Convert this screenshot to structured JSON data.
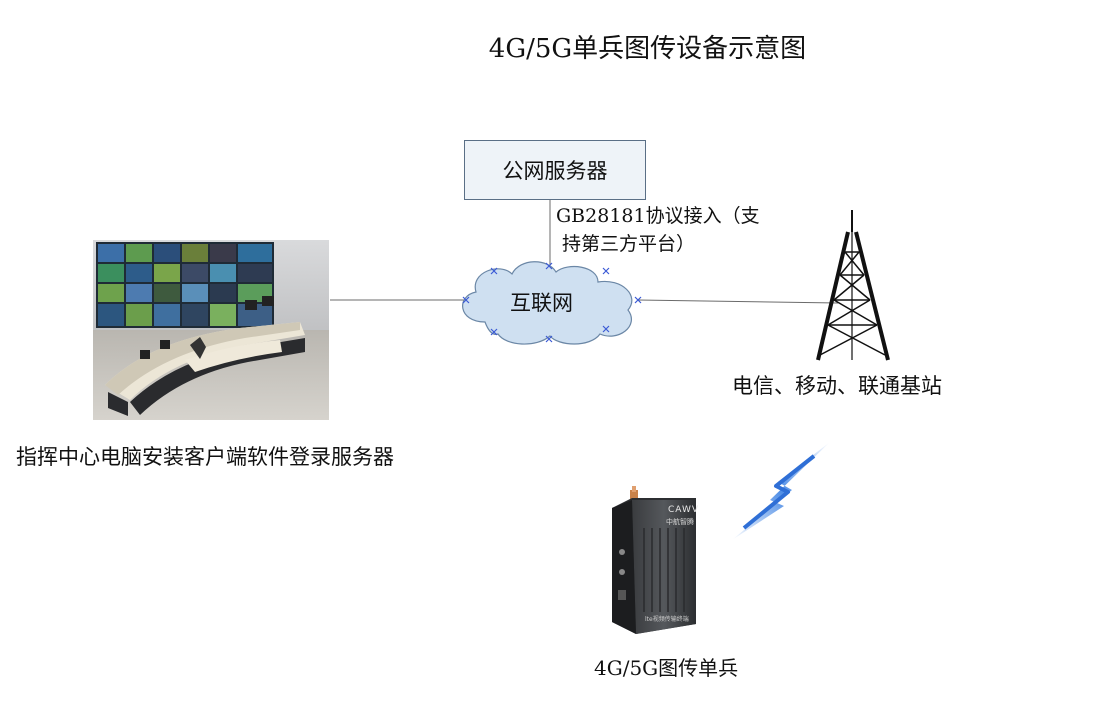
{
  "title": "4G/5G单兵图传设备示意图",
  "nodes": {
    "public_server": "公网服务器",
    "protocol_note": "GB28181协议接入（支持第三方平台）",
    "protocol_line1": "GB28181协议接入（支",
    "protocol_line2": "持第三方平台）",
    "internet": "互联网",
    "base_station": "电信、移动、联通基站",
    "command_center": "指挥中心电脑安装客户端软件登录服务器",
    "device": "4G/5G图传单兵"
  },
  "device_brand": "CAWV",
  "device_brand_cn": "中航智腾",
  "device_panel_text": "lte视频传输终端",
  "colors": {
    "box_border": "#5a6f86",
    "box_fill": "#eef3f8",
    "cloud_fill": "#cfe0f1",
    "cloud_stroke": "#6b87a6",
    "lightning": "#2f6fd6",
    "tower": "#111111"
  },
  "icons": {
    "tower": "cell-tower-icon",
    "lightning": "wireless-signal-icon",
    "cloud": "cloud-icon",
    "device": "transmitter-device-icon",
    "photo": "control-room-photo"
  }
}
